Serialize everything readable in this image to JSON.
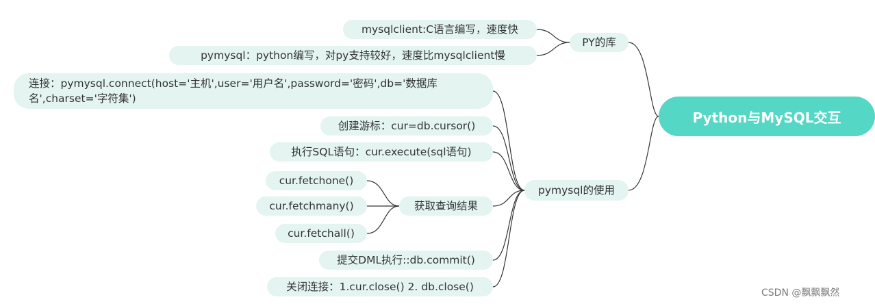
{
  "root": {
    "label": "Python与MySQL交互"
  },
  "branches": {
    "py_libs": {
      "label": "PY的库",
      "children": [
        "mysqlclient:C语言编写，速度快",
        "pymysql：python编写，对py支持较好，速度比mysqlclient慢"
      ]
    },
    "pymysql_usage": {
      "label": "pymysql的使用",
      "connect": "连接：pymysql.connect(host='主机',user='用户名',password='密码',db='数据库名',charset='字符集')",
      "cursor": "创建游标：cur=db.cursor()",
      "execute": "执行SQL语句：cur.execute(sql语句)",
      "fetch": {
        "label": "获取查询结果",
        "children": [
          "cur.fetchone()",
          "cur.fetchmany()",
          "cur.fetchall()"
        ]
      },
      "commit": "提交DML执行::db.commit()",
      "close": "关闭连接：1.cur.close() 2. db.close()"
    }
  },
  "watermark": "CSDN @飘飘飘然",
  "colors": {
    "root_fill": "#55d7c6",
    "node_fill": "#e3f4f1",
    "line": "#333333"
  }
}
